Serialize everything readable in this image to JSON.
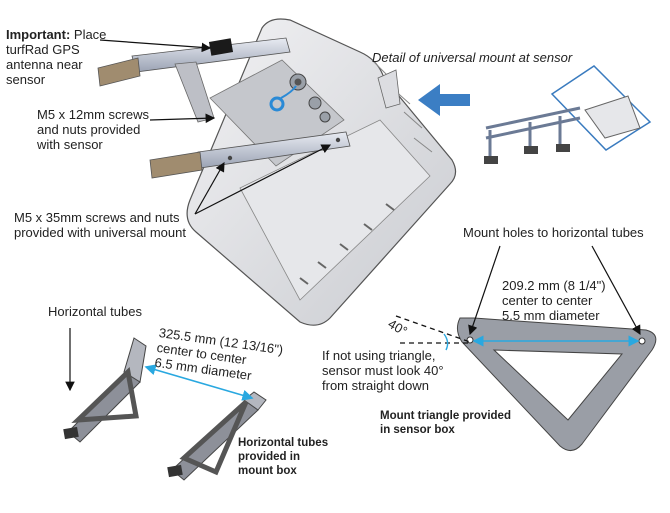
{
  "callouts": {
    "important_bold": "Important:",
    "important_rest": " Place",
    "important_lines": "turfRad GPS\nantenna near\nsensor",
    "m5_12mm": "M5 x 12mm screws\nand nuts provided\nwith sensor",
    "m5_35mm": "M5 x 35mm screws and nuts\nprovided with universal mount",
    "detail_caption": "Detail of universal mount at sensor",
    "mount_holes": "Mount holes to horizontal tubes",
    "dim_209": "209.2 mm (8 1/4\")\ncenter to center\n5.5 mm diameter",
    "angle": "40°",
    "triangle_note": "If not using triangle,\nsensor must look 40°\nfrom straight down",
    "triangle_provided": "Mount triangle provided\nin sensor box",
    "horizontal_tubes": "Horizontal tubes",
    "dim_325": "325.5 mm (12 13/16\")\ncenter to center\n6.5 mm diameter",
    "tubes_provided": "Horizontal tubes\nprovided in\nmount box"
  },
  "colors": {
    "arrow_blue": "#3b7ec4",
    "dim_cyan": "#29a8e0",
    "detail_frame": "#3a7bbf"
  }
}
